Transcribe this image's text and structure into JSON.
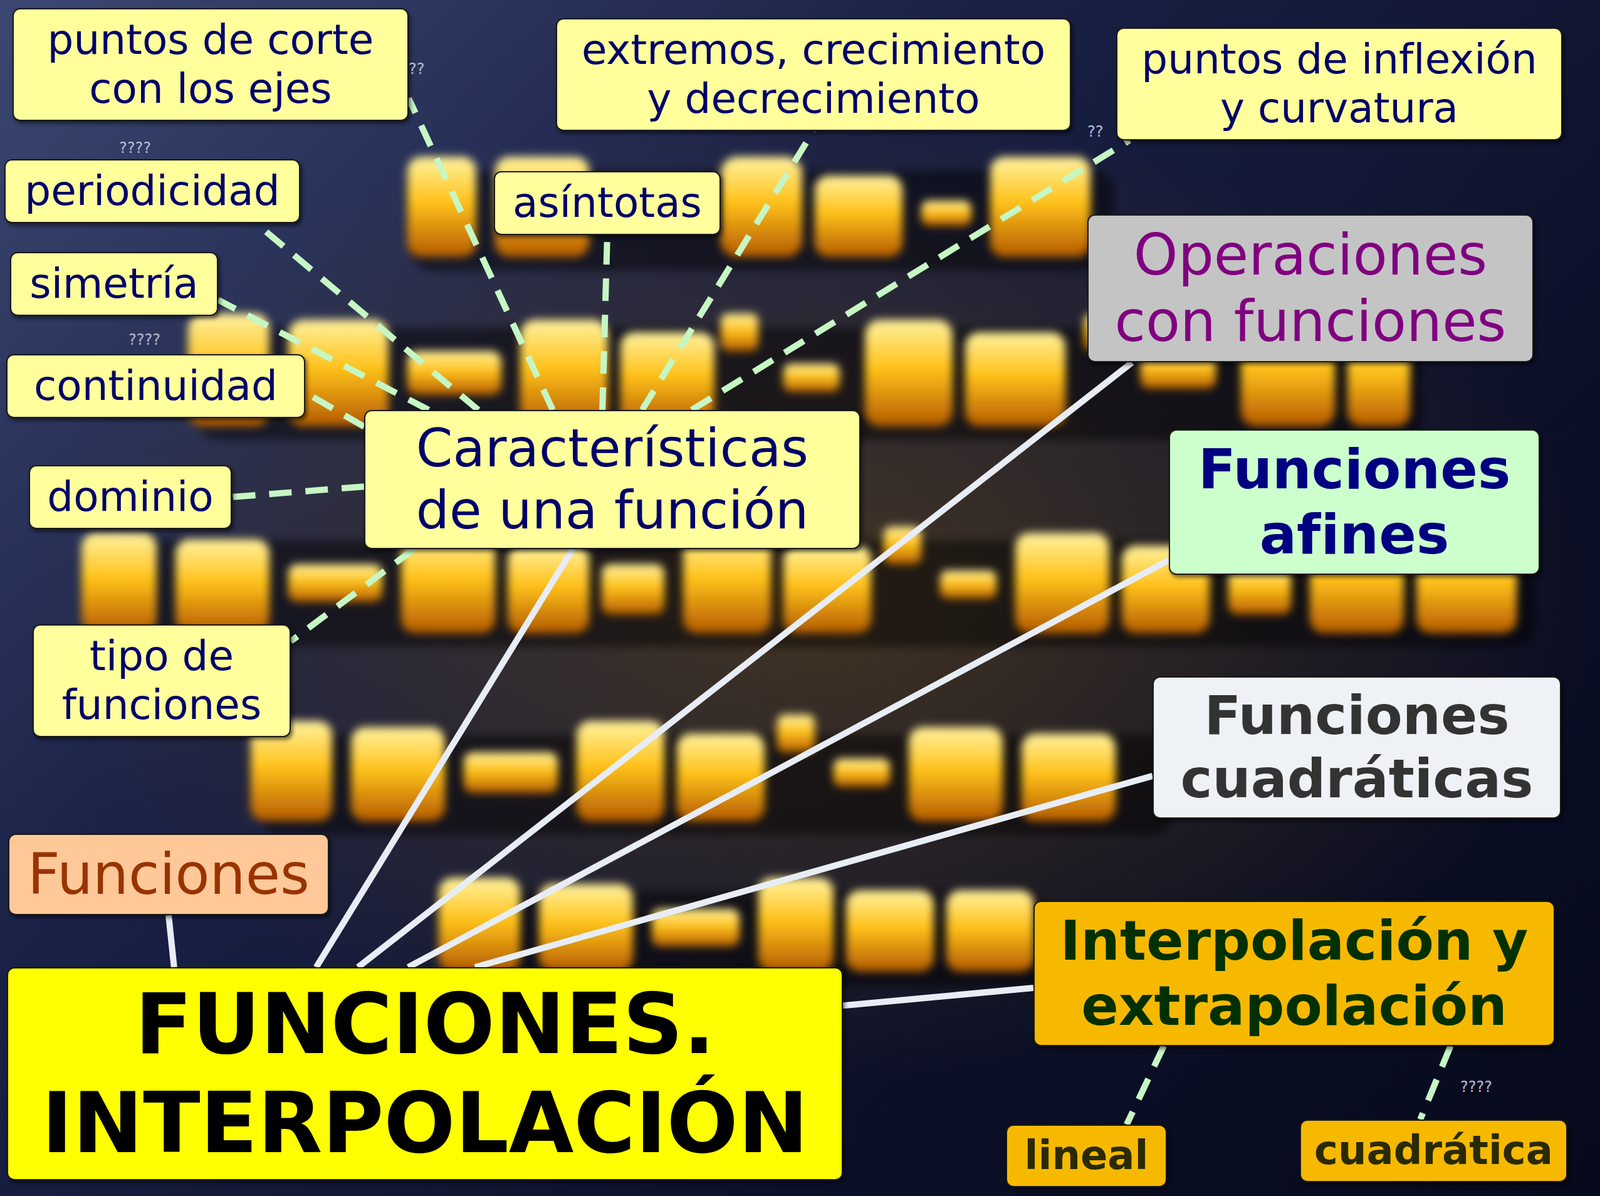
{
  "diagram": {
    "nodes": [
      {
        "text": [
          "puntos de corte con los ejes"
        ]
      },
      {
        "text": [
          "extremos, crecimiento y decrecimiento"
        ]
      },
      {
        "text": [
          "puntos de inflexión y curvatura"
        ]
      },
      {
        "text": [
          "periodicidad"
        ]
      },
      {
        "text": [
          "asíntotas"
        ]
      },
      {
        "text": [
          "Operaciones con funciones"
        ]
      },
      {
        "text": [
          "simetría"
        ]
      },
      {
        "text": [
          "continuidad"
        ]
      },
      {
        "text": [
          "Características de una función"
        ]
      },
      {
        "text": [
          "Funciones afines"
        ]
      },
      {
        "text": [
          "dominio"
        ]
      },
      {
        "text": [
          "tipo de funciones"
        ]
      },
      {
        "text": [
          "Funciones cuadráticas"
        ]
      },
      {
        "text": [
          "Funciones"
        ]
      },
      {
        "text": [
          "Interpolación y extrapolación"
        ]
      },
      {
        "text": [
          "FUNCIONES. INTERPOLACIÓN"
        ]
      },
      {
        "text": [
          "lineal"
        ]
      },
      {
        "text": [
          "cuadrática"
        ]
      }
    ],
    "edges": [
      {
        "from": 8,
        "to": 0,
        "arrow": "none"
      },
      {
        "from": 8,
        "to": 1,
        "arrow": "none"
      },
      {
        "from": 8,
        "to": 2,
        "arrow": "none"
      },
      {
        "from": 8,
        "to": 3,
        "arrow": "none"
      },
      {
        "from": 8,
        "to": 4,
        "arrow": "none"
      },
      {
        "from": 8,
        "to": 6,
        "arrow": "none"
      },
      {
        "from": 8,
        "to": 7,
        "arrow": "none"
      },
      {
        "from": 8,
        "to": 10,
        "arrow": "none"
      },
      {
        "from": 8,
        "to": 11,
        "arrow": "none"
      },
      {
        "from": 15,
        "to": 13,
        "arrow": "none"
      },
      {
        "from": 15,
        "to": 8,
        "arrow": "none"
      },
      {
        "from": 15,
        "to": 5,
        "arrow": "none"
      },
      {
        "from": 15,
        "to": 9,
        "arrow": "none"
      },
      {
        "from": 15,
        "to": 12,
        "arrow": "none"
      },
      {
        "from": 15,
        "to": 14,
        "arrow": "none"
      },
      {
        "from": 14,
        "to": 16,
        "arrow": "none"
      },
      {
        "from": 14,
        "to": 17,
        "arrow": "none"
      }
    ],
    "labels": [
      "??",
      "????",
      "????",
      "??",
      "????"
    ]
  }
}
